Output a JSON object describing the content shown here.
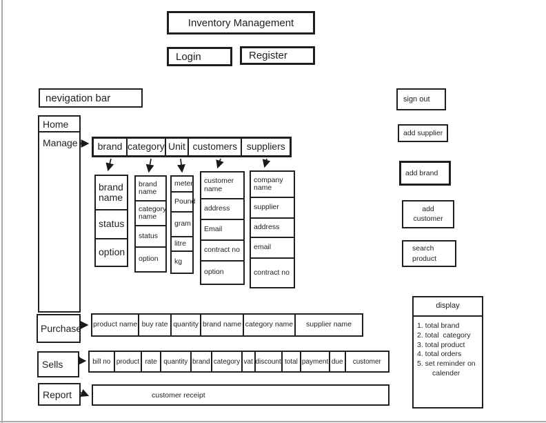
{
  "colors": {
    "ink": "#1e1e1e",
    "background": "#ffffff"
  },
  "page": {
    "title": "Inventory Management",
    "login_label": "Login",
    "register_label": "Register",
    "signout_label": "sign out"
  },
  "nav": {
    "bar_label": "nevigation bar",
    "items": [
      "Home",
      "Manage",
      "Purchase",
      "Sells",
      "Report"
    ]
  },
  "manage_menu": [
    "brand",
    "category",
    "Unit",
    "customers",
    "suppliers"
  ],
  "brand_menu": [
    "brand name",
    "status",
    "option"
  ],
  "category_menu": [
    "brand name",
    "category name",
    "status",
    "option"
  ],
  "unit_menu": [
    "meter",
    "Pound",
    "gram",
    "litre",
    "kg"
  ],
  "customers_menu": [
    "customer name",
    "address",
    "Email",
    "contract no",
    "option"
  ],
  "suppliers_menu": [
    "company name",
    "supplier",
    "address",
    "email",
    "contract no"
  ],
  "actions": {
    "add_supplier": "add supplier",
    "add_brand": "add brand",
    "add_customer": "add customer",
    "search_product": "search product"
  },
  "purchase_columns": [
    "product name",
    "buy rate",
    "quantity",
    "brand name",
    "category name",
    "supplier name"
  ],
  "sells_columns": [
    "bill no",
    "product",
    "rate",
    "quantity",
    "brand",
    "category",
    "vat",
    "discount",
    "total",
    "payment",
    "due",
    "customer"
  ],
  "report": {
    "receipt_label": "customer receipt"
  },
  "display_panel": {
    "title": "display",
    "items": [
      "1. total brand",
      "2. total  category",
      "3. total product",
      "4. total orders",
      "5. set reminder on",
      "calender"
    ]
  }
}
